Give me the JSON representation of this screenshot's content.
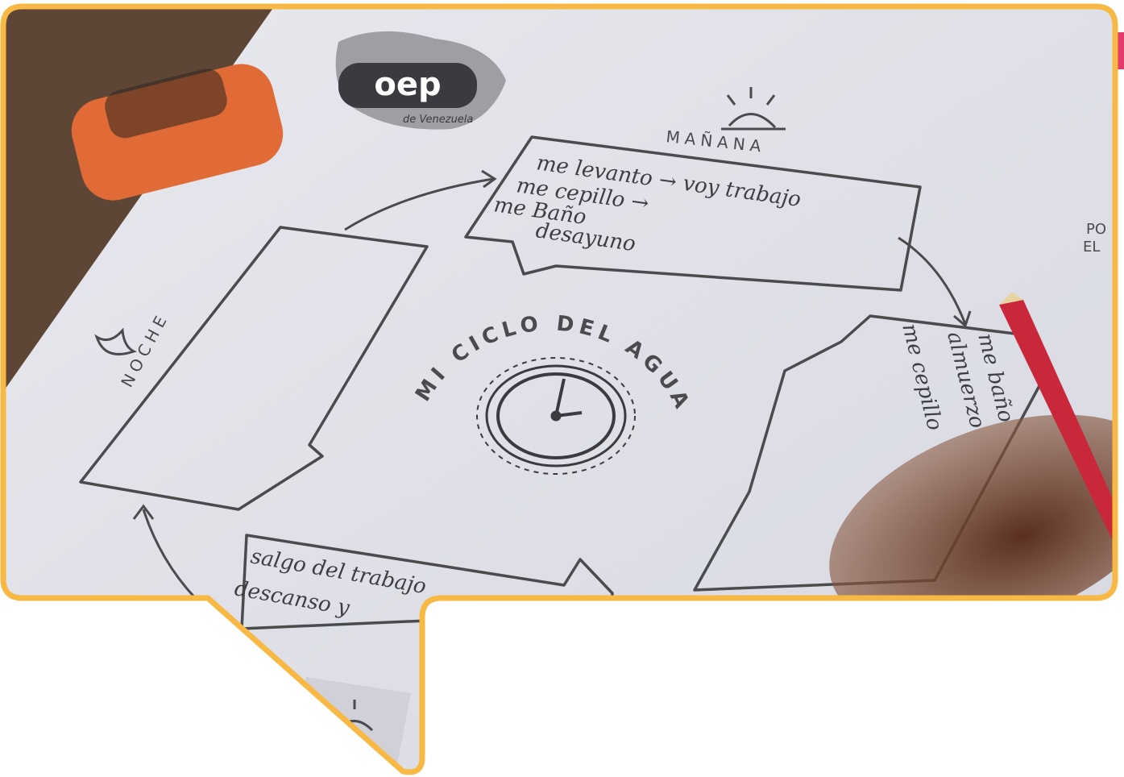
{
  "frame": {
    "accent": "#f7b844"
  },
  "worksheet": {
    "logo": "oep",
    "logo_sub": "de Venezuela",
    "title": "MI CICLO DEL AGUA",
    "morning_label": "MAÑANA",
    "night_label": "NOCHE",
    "side_text_1": "PO",
    "side_text_2": "EL",
    "morning_note": [
      "me levanto → voy trabajo",
      "me cepillo →",
      "me Baño",
      "desayuno"
    ],
    "afternoon_note": [
      "me baño",
      "almuerzo",
      "me cepillo"
    ],
    "evening_note": [
      "salgo del trabajo",
      "descanso y"
    ]
  },
  "icons": [
    "sun-icon",
    "moon-icon",
    "clock-icon",
    "eraser",
    "red-pencil"
  ]
}
